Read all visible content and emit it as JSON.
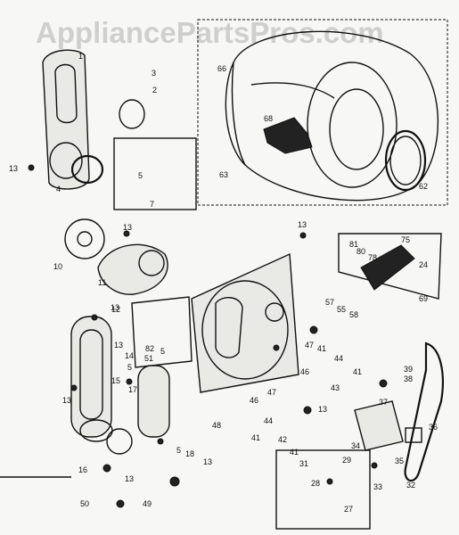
{
  "watermark": "AppliancePartsPros.com",
  "parts": [
    {
      "id": "p1",
      "text": "1"
    },
    {
      "id": "p2",
      "text": "2"
    },
    {
      "id": "p3",
      "text": "3"
    },
    {
      "id": "p4",
      "text": "4"
    },
    {
      "id": "p5a",
      "text": "5"
    },
    {
      "id": "p7",
      "text": "7"
    },
    {
      "id": "p66",
      "text": "66"
    },
    {
      "id": "p68",
      "text": "68"
    },
    {
      "id": "p63",
      "text": "63"
    },
    {
      "id": "p62",
      "text": "62"
    },
    {
      "id": "p13a",
      "text": "13"
    },
    {
      "id": "p13b",
      "text": "13"
    },
    {
      "id": "p13c",
      "text": "13"
    },
    {
      "id": "p10",
      "text": "10"
    },
    {
      "id": "p11",
      "text": "11"
    },
    {
      "id": "p12",
      "text": "12"
    },
    {
      "id": "p13d",
      "text": "13"
    },
    {
      "id": "p14",
      "text": "14"
    },
    {
      "id": "p15",
      "text": "15"
    },
    {
      "id": "p5b",
      "text": "5"
    },
    {
      "id": "p51",
      "text": "51"
    },
    {
      "id": "p82",
      "text": "82"
    },
    {
      "id": "p5c",
      "text": "5"
    },
    {
      "id": "p81",
      "text": "81"
    },
    {
      "id": "p80",
      "text": "80"
    },
    {
      "id": "p78",
      "text": "78"
    },
    {
      "id": "p75",
      "text": "75"
    },
    {
      "id": "p24",
      "text": "24"
    },
    {
      "id": "p69",
      "text": "69"
    },
    {
      "id": "p57",
      "text": "57"
    },
    {
      "id": "p55",
      "text": "55"
    },
    {
      "id": "p58",
      "text": "58"
    },
    {
      "id": "p47a",
      "text": "47"
    },
    {
      "id": "p41a",
      "text": "41"
    },
    {
      "id": "p44a",
      "text": "44"
    },
    {
      "id": "p46a",
      "text": "46"
    },
    {
      "id": "p41b",
      "text": "41"
    },
    {
      "id": "p43",
      "text": "43"
    },
    {
      "id": "p39",
      "text": "39"
    },
    {
      "id": "p38",
      "text": "38"
    },
    {
      "id": "p13e",
      "text": "13"
    },
    {
      "id": "p13f",
      "text": "13"
    },
    {
      "id": "p17",
      "text": "17"
    },
    {
      "id": "p16",
      "text": "16"
    },
    {
      "id": "p13g",
      "text": "13"
    },
    {
      "id": "p5d",
      "text": "5"
    },
    {
      "id": "p18",
      "text": "18"
    },
    {
      "id": "p13h",
      "text": "13"
    },
    {
      "id": "p48",
      "text": "48"
    },
    {
      "id": "p47b",
      "text": "47"
    },
    {
      "id": "p46b",
      "text": "46"
    },
    {
      "id": "p44b",
      "text": "44"
    },
    {
      "id": "p41c",
      "text": "41"
    },
    {
      "id": "p42",
      "text": "42"
    },
    {
      "id": "p41d",
      "text": "41"
    },
    {
      "id": "p13i",
      "text": "13"
    },
    {
      "id": "p37",
      "text": "37"
    },
    {
      "id": "p36",
      "text": "36"
    },
    {
      "id": "p34",
      "text": "34"
    },
    {
      "id": "p35",
      "text": "35"
    },
    {
      "id": "p31",
      "text": "31"
    },
    {
      "id": "p29",
      "text": "29"
    },
    {
      "id": "p28",
      "text": "28"
    },
    {
      "id": "p27",
      "text": "27"
    },
    {
      "id": "p33",
      "text": "33"
    },
    {
      "id": "p32",
      "text": "32"
    },
    {
      "id": "p50",
      "text": "50"
    },
    {
      "id": "p49",
      "text": "49"
    }
  ]
}
